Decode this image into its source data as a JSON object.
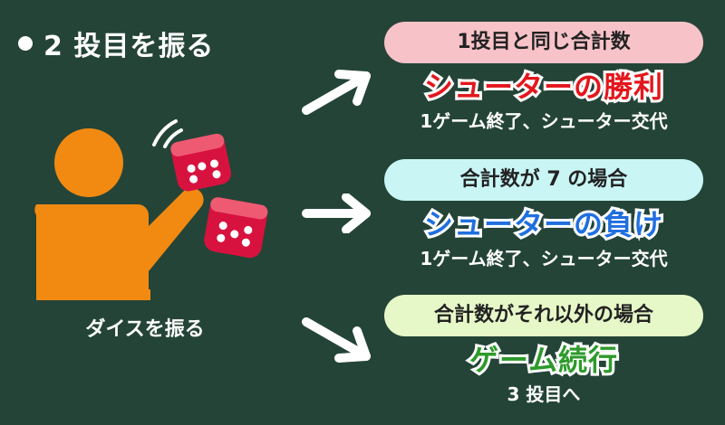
{
  "header": {
    "title": "2 投目を振る"
  },
  "figure": {
    "caption": "ダイスを振る"
  },
  "outcomes": [
    {
      "condition": "1投目と同じ合計数",
      "result": "シューターの勝利",
      "note": "1ゲーム終了、シューター交代"
    },
    {
      "condition": "合計数が 7 の場合",
      "result": "シューターの負け",
      "note": "1ゲーム終了、シューター交代"
    },
    {
      "condition": "合計数がそれ以外の場合",
      "result": "ゲーム続行",
      "note": "3 投目へ"
    }
  ],
  "colors": {
    "background": "#244438",
    "person": "#f28a12",
    "dice": "#d8123f",
    "win": "#e3171c",
    "lose": "#1f6fe0",
    "continue": "#2d9a2a"
  }
}
